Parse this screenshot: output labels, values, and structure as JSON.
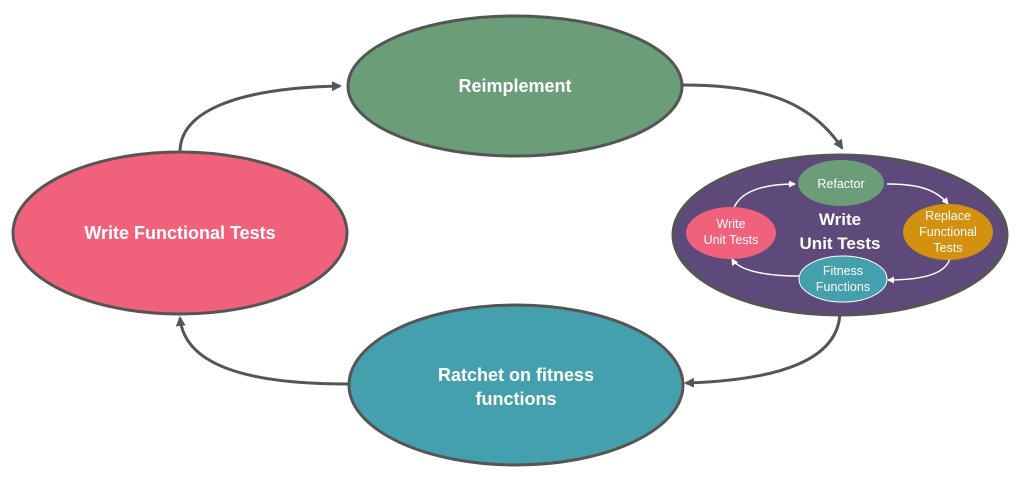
{
  "diagram": {
    "nodes": {
      "reimplement": {
        "label": "Reimplement",
        "color": "#6b9e78"
      },
      "write_functional_tests": {
        "label": "Write Functional Tests",
        "color": "#f0627b"
      },
      "ratchet": {
        "line1": "Ratchet on fitness",
        "line2": "functions",
        "color": "#45a0ad"
      },
      "write_unit_tests": {
        "line1": "Write",
        "line2": "Unit Tests",
        "color": "#5e4a7a",
        "inner": {
          "refactor": {
            "label": "Refactor",
            "color": "#6b9e78"
          },
          "write_unit_tests": {
            "line1": "Write",
            "line2": "Unit Tests",
            "color": "#f0627b"
          },
          "replace_functional_tests": {
            "line1": "Replace",
            "line2": "Functional",
            "line3": "Tests",
            "color": "#d4900f"
          },
          "fitness_functions": {
            "line1": "Fitness",
            "line2": "Functions",
            "color": "#45a0ad"
          }
        }
      }
    },
    "colors": {
      "outline": "#555555",
      "arrow": "#555555",
      "inner_arrow": "#ffffff"
    }
  }
}
